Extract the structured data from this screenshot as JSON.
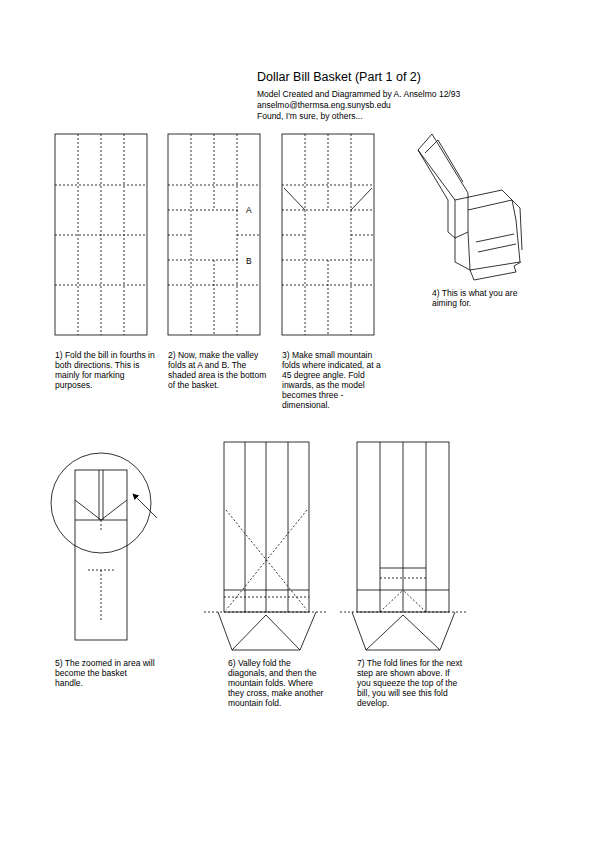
{
  "diagram": {
    "title": "Dollar Bill Basket (Part 1 of 2)",
    "labels": [
      "Model Created and Diagrammed by A. Anselmo 12/93",
      "anselmo@thermsa.eng.sunysb.edu",
      "Found, I'm sure, by others...",
      "A",
      "B",
      "1) Fold the bill in fourths in both directions. This is mainly for marking purposes.",
      "2) Now, make the valley folds at A and B. The shaded area is the bottom of the basket.",
      "3) Make small mountain folds where indicated, at a 45 degree angle. Fold inwards, as the model becomes three -dimensional.",
      "4) This is what you are aiming for.",
      "5) The zoomed in area will become the basket handle.",
      "6) Valley fold the diagonals, and then the mountain folds. Where they cross, make another mountain fold.",
      "7) The fold lines for the next step are shown above. If you squeeze the top of the bill, you will see this fold develop."
    ]
  }
}
